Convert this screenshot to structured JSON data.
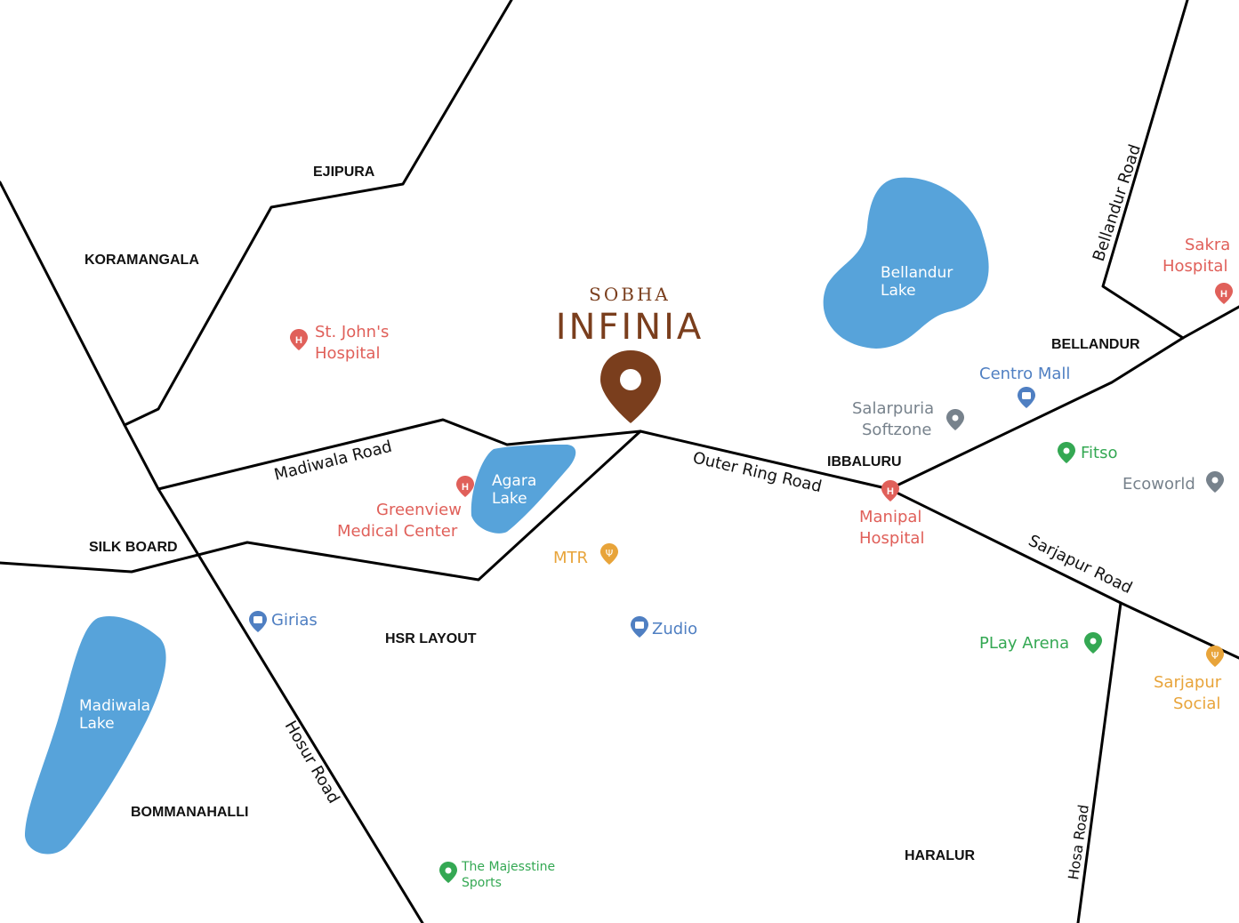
{
  "brand": {
    "small": "SOBHA",
    "big": "INFINIA",
    "pin_color": "#7a3e1d"
  },
  "areas": {
    "ejipura": "EJIPURA",
    "koramangala": "KORAMANGALA",
    "silk_board": "SILK BOARD",
    "hsr_layout": "HSR LAYOUT",
    "bommanahalli": "BOMMANAHALLI",
    "haralur": "HARALUR",
    "ibbaluru": "IBBALURU",
    "bellandur": "BELLANDUR"
  },
  "roads": {
    "madiwala": "Madiwala Road",
    "outer_ring": "Outer Ring Road",
    "sarjapur": "Sarjapur Road",
    "hosur": "Hosur Road",
    "hosa": "Hosa Road",
    "bellandur": "Bellandur Road"
  },
  "lakes": {
    "bellandur": [
      "Bellandur",
      "Lake"
    ],
    "agara": [
      "Agara",
      "Lake"
    ],
    "madiwala": [
      "Madiwala",
      "Lake"
    ]
  },
  "pois": {
    "st_johns": [
      "St. John's",
      "Hospital"
    ],
    "greenview": [
      "Greenview",
      "Medical Center"
    ],
    "sakra": [
      "Sakra",
      "Hospital"
    ],
    "manipal": [
      "Manipal",
      "Hospital"
    ],
    "centro": "Centro Mall",
    "salarpuria": [
      "Salarpuria",
      "Softzone"
    ],
    "fitso": "Fitso",
    "ecoworld": "Ecoworld",
    "mtr": "MTR",
    "zudio": "Zudio",
    "girias": "Girias",
    "play_arena": "PLay Arena",
    "sarjapur_social": [
      "Sarjapur",
      "Social"
    ],
    "majesstine": [
      "The Majesstine",
      "Sports"
    ]
  },
  "icons": {
    "hospital": "hospital-pin-icon",
    "shopping": "shopping-pin-icon",
    "restaurant": "restaurant-pin-icon",
    "place": "place-pin-icon",
    "sports": "sports-pin-icon"
  },
  "colors": {
    "lake": "#57a3da",
    "hospital": "#e0605a",
    "shopping": "#4f7fc2",
    "office": "#77828c",
    "sports": "#34a853",
    "food": "#e8a43a",
    "brand": "#7a3e1d"
  }
}
